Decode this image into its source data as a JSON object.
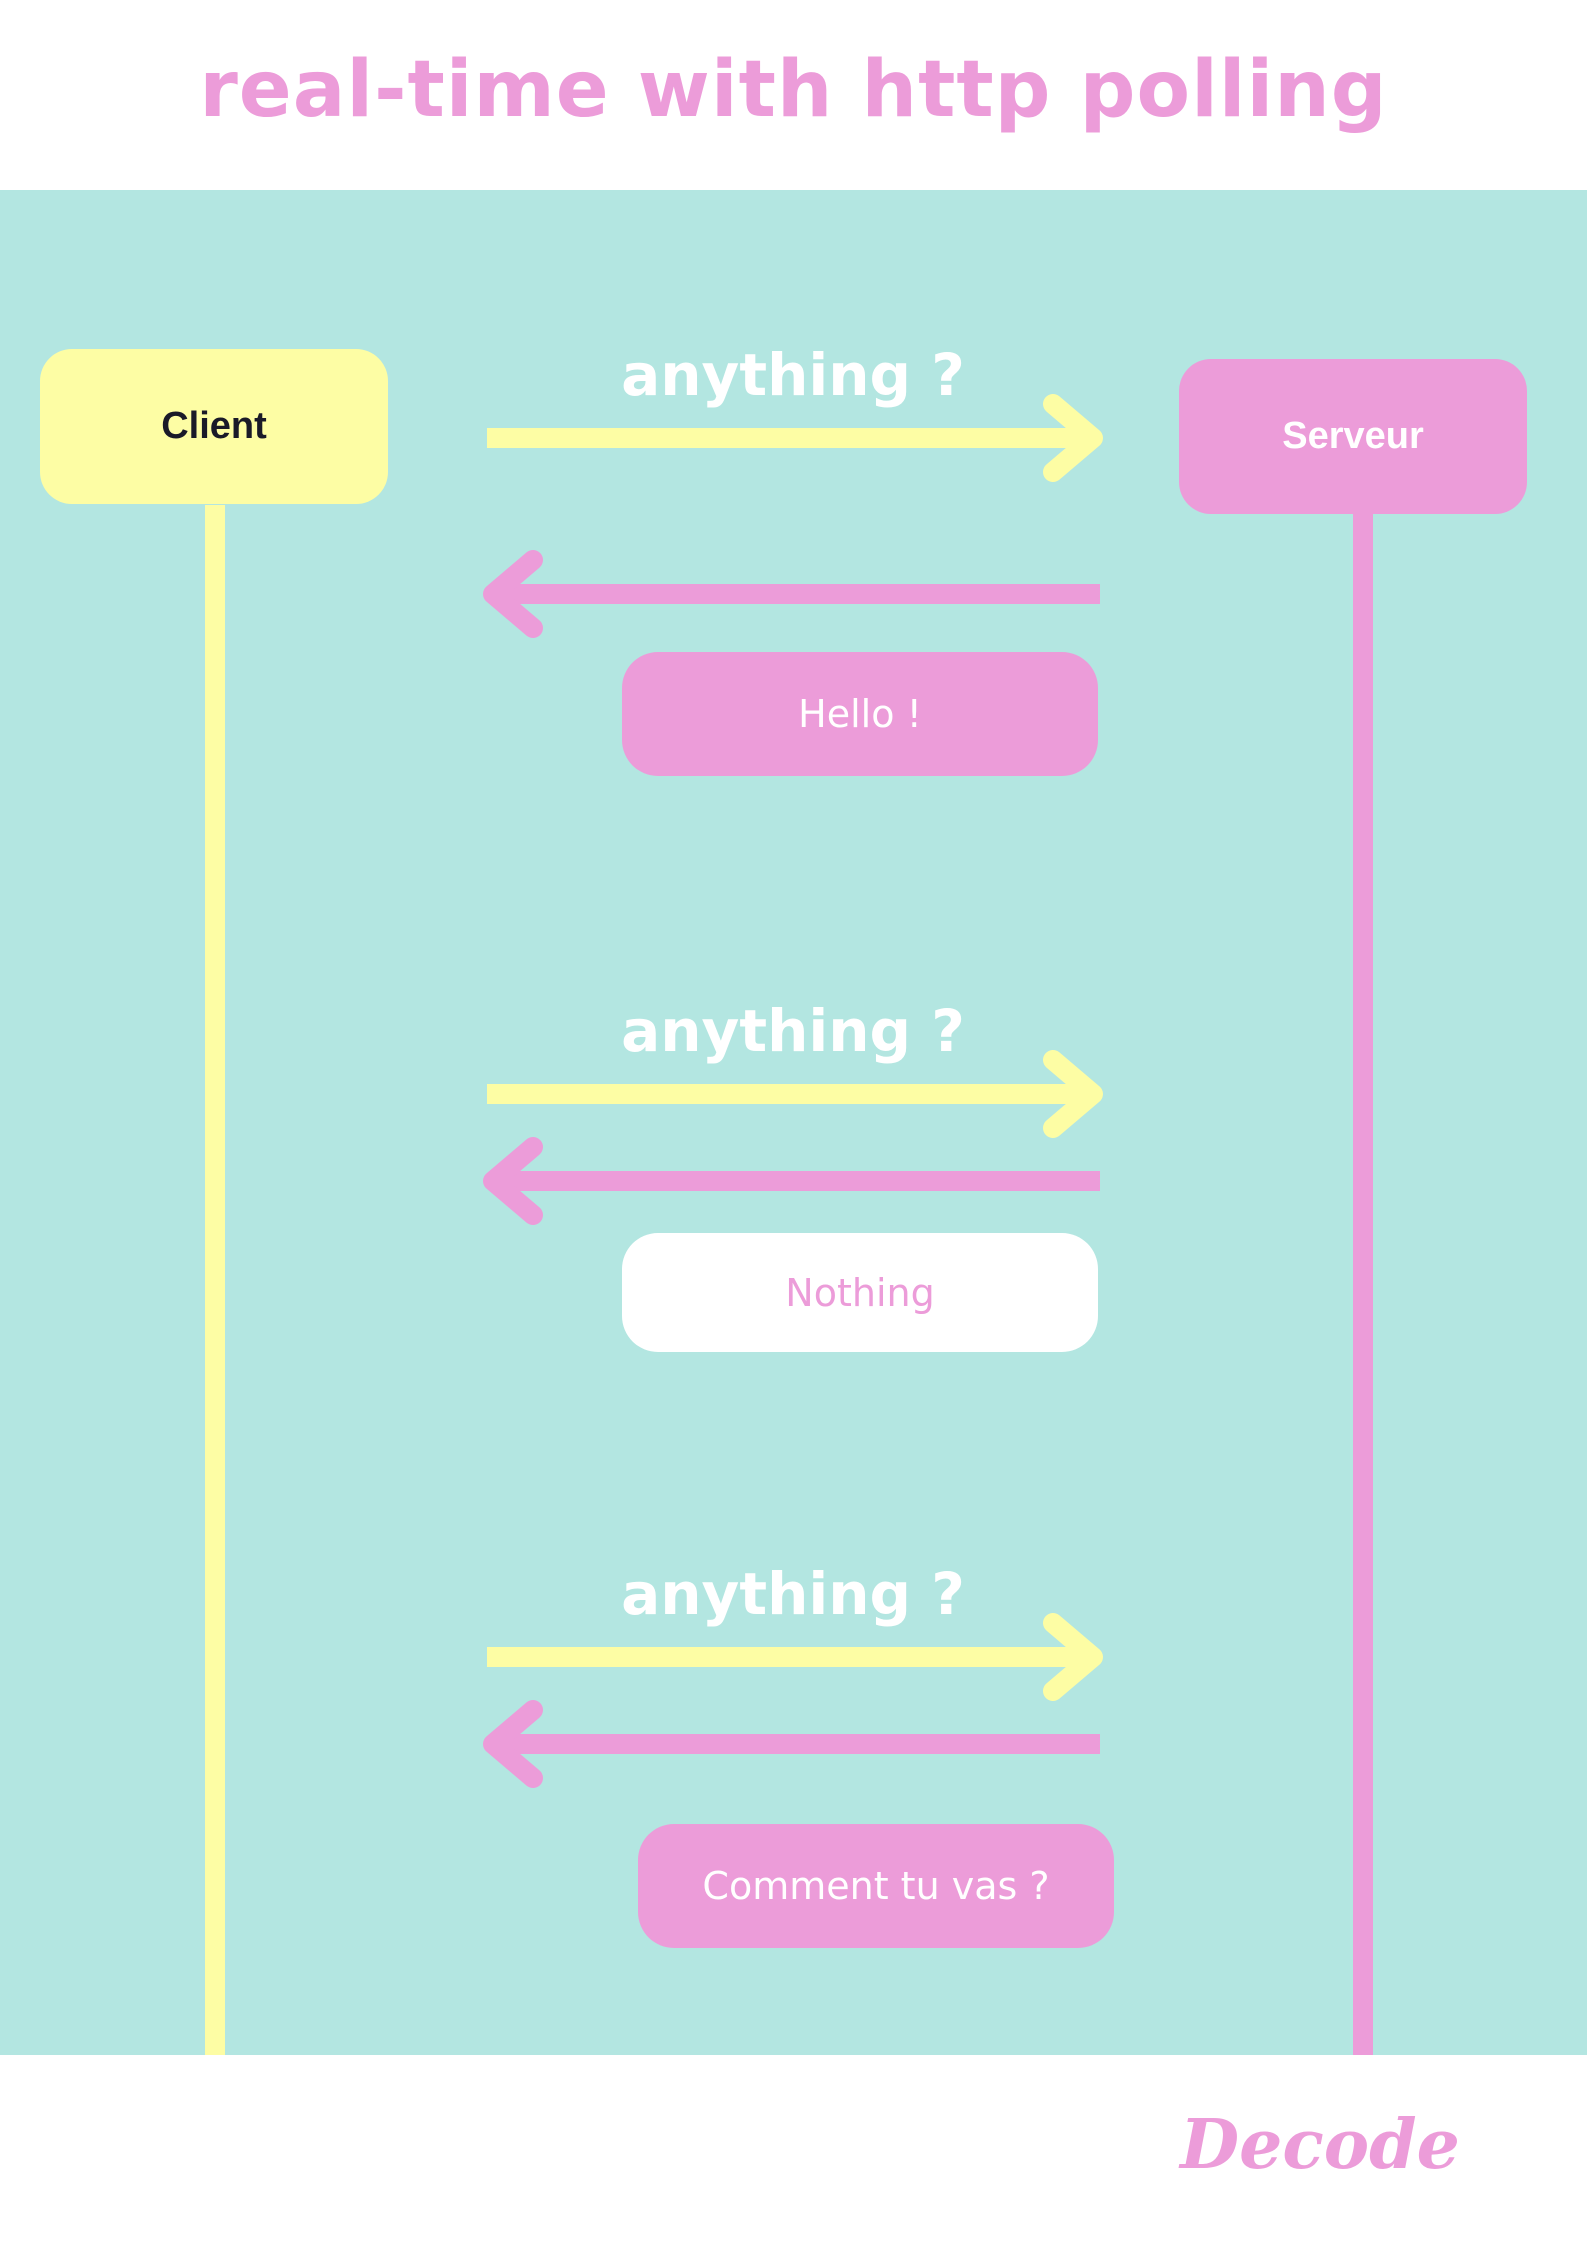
{
  "title": "real-time with http polling",
  "actors": {
    "client": "Client",
    "server": "Serveur"
  },
  "exchanges": [
    {
      "request": "anything ?",
      "reply": "Hello !",
      "reply_style": "pink"
    },
    {
      "request": "anything ?",
      "reply": "Nothing",
      "reply_style": "white"
    },
    {
      "request": "anything ?",
      "reply": "Comment tu vas ?",
      "reply_style": "pink"
    }
  ],
  "brand": "Decode",
  "colors": {
    "background": "#b3e6e1",
    "yellow": "#fdfda4",
    "pink": "#ec9cd9",
    "white": "#ffffff",
    "dark_text": "#1a1a28"
  }
}
